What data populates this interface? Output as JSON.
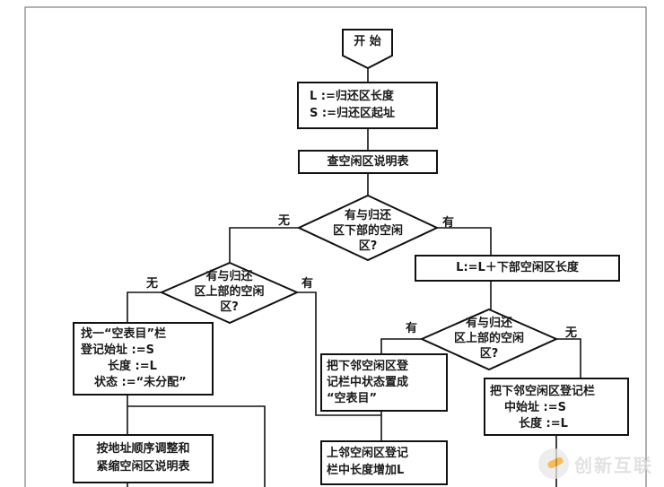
{
  "flowchart": {
    "start": "开 始",
    "assign_box": [
      "L :=归还区长度",
      "S :=归还区起址"
    ],
    "check_table": "查空闲区说明表",
    "decision_lower": [
      "有与归还",
      "区下部的空闲",
      "区?"
    ],
    "decision_upper_left": [
      "有与归还",
      "区上部的空闲",
      "区?"
    ],
    "decision_upper_right": [
      "有与归还",
      "区上部的空闲",
      "区?"
    ],
    "add_lower_length": "L:=L＋下部空闲区长度",
    "find_empty_entry": [
      "找一“空表目”栏",
      "登记始址 :=S",
      "长度 :=L",
      "状态 :=“未分配”"
    ],
    "set_empty_entry": [
      "把下邻空闲区登",
      "记栏中状态置成",
      "“空表目”"
    ],
    "update_lower_entry": [
      "把下邻空闲区登记栏",
      "中始址 :=S",
      "长度 :=L"
    ],
    "increase_upper": [
      "上邻空闲区登记",
      "栏中长度增加L"
    ],
    "sort_compact": [
      "按地址顺序调整和",
      "紧缩空闲区说明表"
    ],
    "labels": {
      "yes": "有",
      "no": "无"
    }
  },
  "watermark": "创新互联"
}
